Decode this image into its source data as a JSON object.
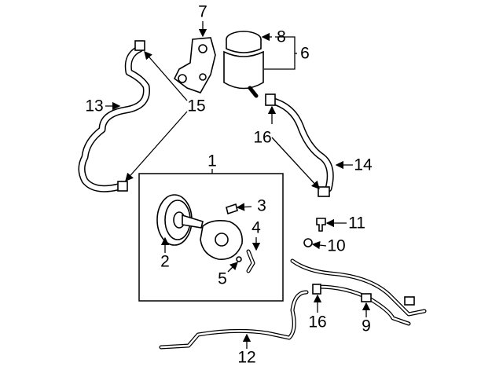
{
  "diagram": {
    "title": "Power steering pump components",
    "callouts": [
      "1",
      "2",
      "3",
      "4",
      "5",
      "6",
      "7",
      "8",
      "9",
      "10",
      "11",
      "12",
      "13",
      "14",
      "15",
      "16",
      "16"
    ]
  }
}
